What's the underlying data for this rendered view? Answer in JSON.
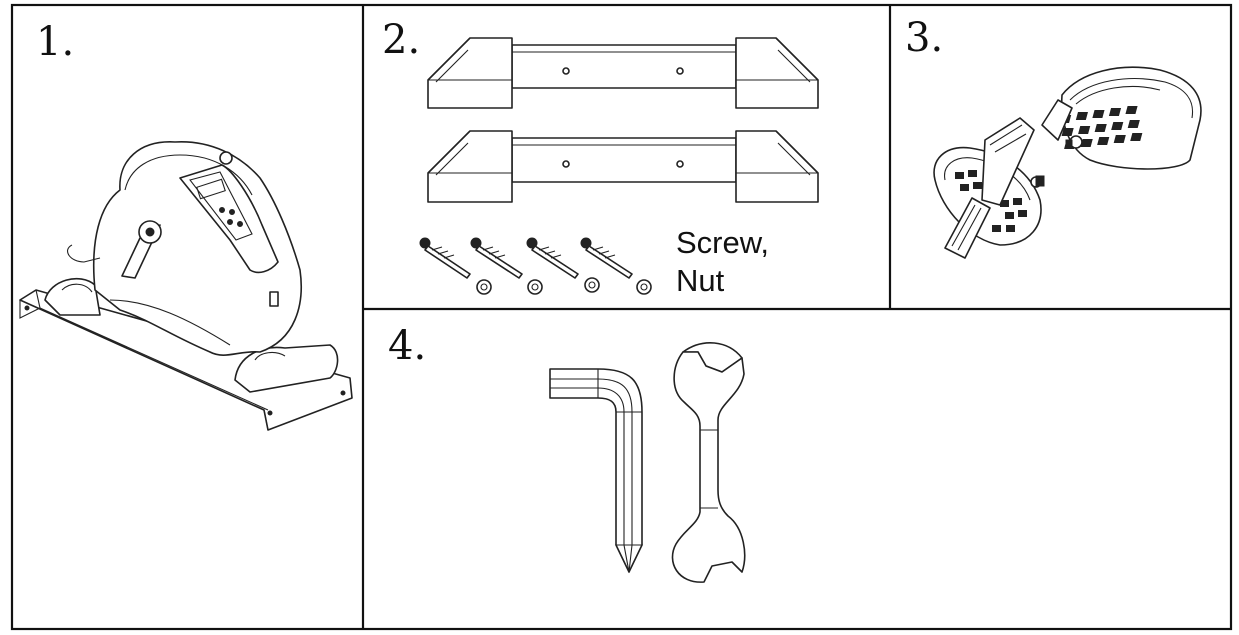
{
  "panels": [
    {
      "number": "1."
    },
    {
      "number": "2.",
      "caption_line1": "Screw,",
      "caption_line2": "Nut"
    },
    {
      "number": "3."
    },
    {
      "number": "4."
    }
  ]
}
